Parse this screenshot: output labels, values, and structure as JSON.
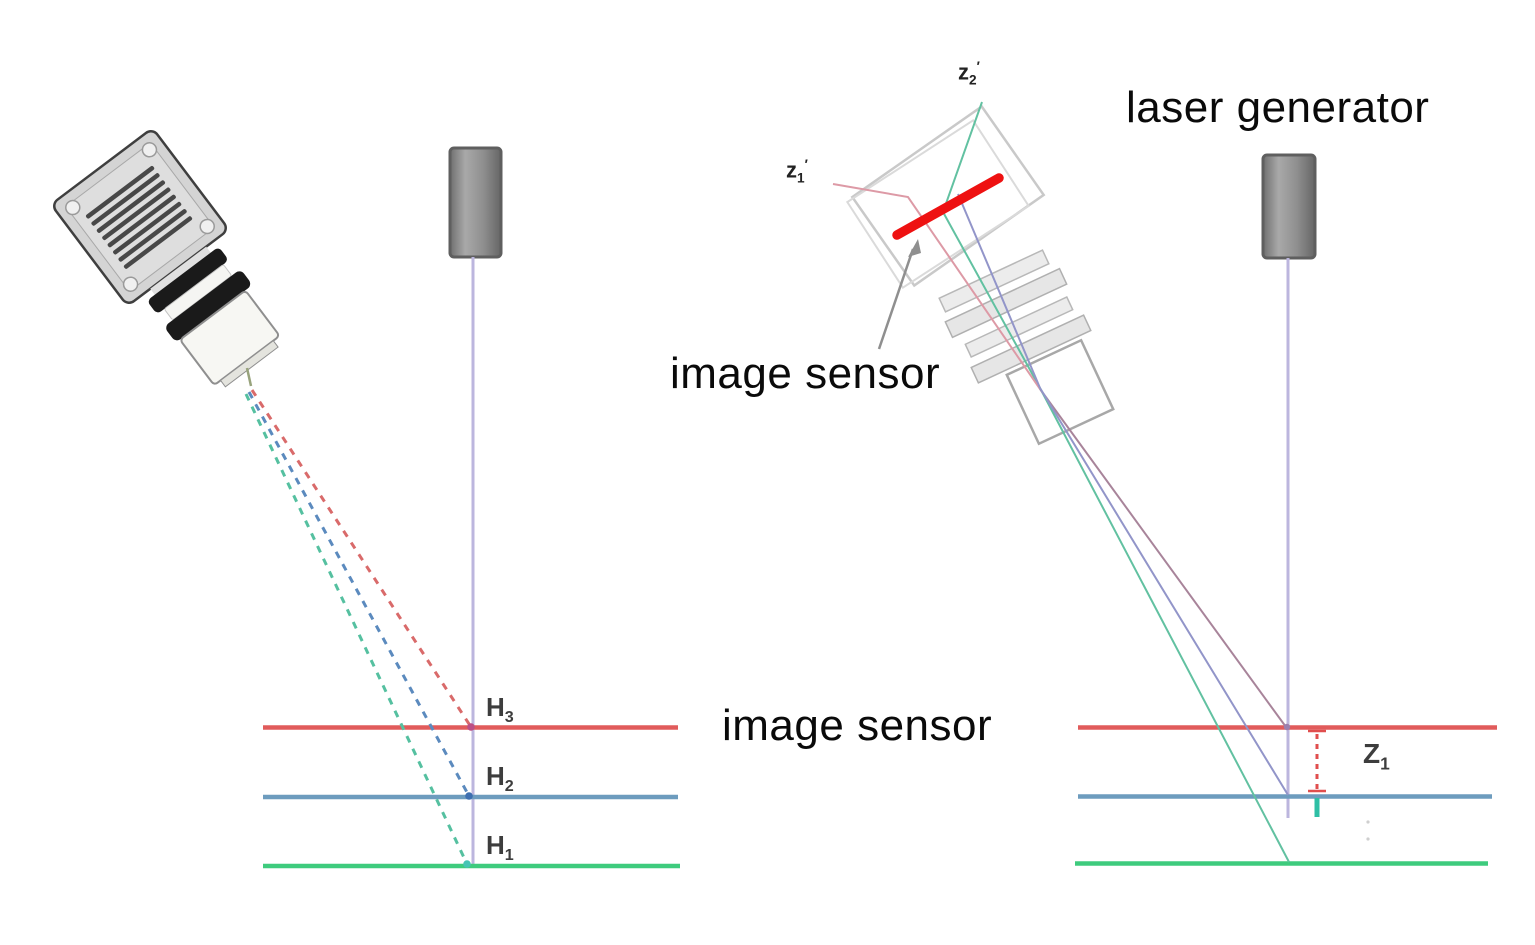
{
  "labels": {
    "laser_generator": "laser generator",
    "image_sensor_top": "image sensor",
    "image_sensor_bottom": "image sensor",
    "h3": {
      "base": "H",
      "sub": "3"
    },
    "h2": {
      "base": "H",
      "sub": "2"
    },
    "h1": {
      "base": "H",
      "sub": "1"
    },
    "z2_image": {
      "base": "z",
      "sub": "2",
      "prime": "′"
    },
    "z1_image": {
      "base": "z",
      "sub": "1",
      "prime": "′"
    },
    "z1_height": {
      "base": "Z",
      "sub": "1"
    }
  },
  "colors": {
    "red_line": "#e15b5b",
    "blue_line": "#6d9cbe",
    "green_line": "#3ecb7d",
    "beam_line": "#bcb6de",
    "dashed_red": "#d96a6a",
    "dashed_blue": "#5b8abe",
    "dashed_green": "#55c0a0",
    "ray_teal": "#62c1a1",
    "ray_pink": "#dd9aa6",
    "ray_mauve": "#a8849a",
    "ray_purple": "#9295c9",
    "laser_bar_red": "#ee1111",
    "dim_red": "#e04e4e",
    "dim_teal": "#2ebfa5",
    "dot_h3": "#bb4f86",
    "dot_h2": "#3e6fb0",
    "dot_h1": "#45c4b4"
  }
}
